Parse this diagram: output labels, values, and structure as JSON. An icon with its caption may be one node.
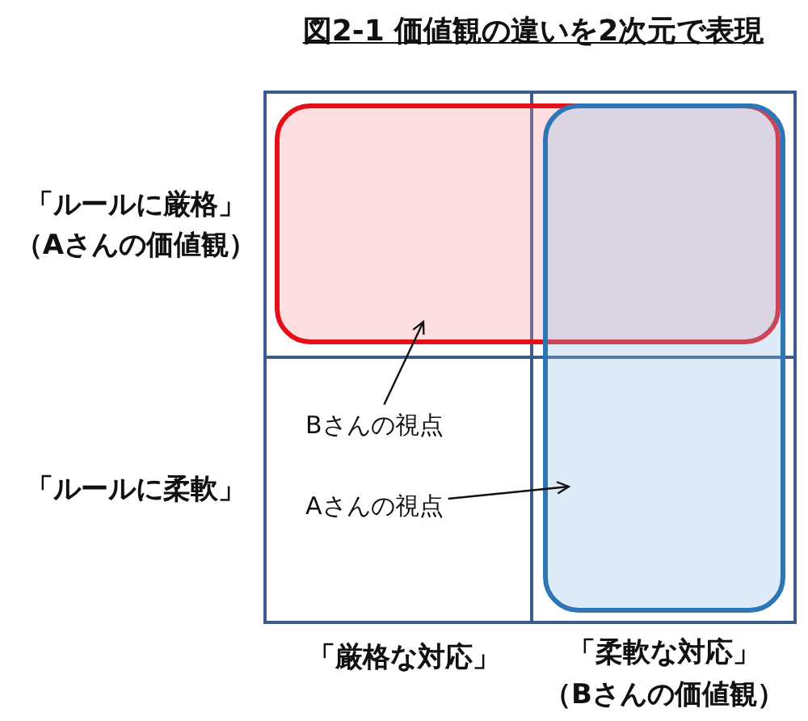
{
  "diagram": {
    "title": "図2-1 価値観の違いを2次元で表現",
    "nodes": [
      {
        "text": [],
        "shape": "box"
      },
      {
        "text": [],
        "shape": "box"
      },
      {
        "text": [
          "Bさんの視点"
        ]
      },
      {
        "text": [
          "Aさんの視点"
        ]
      }
    ],
    "edges": [
      {
        "from": 2,
        "to": 0,
        "arrow": "to"
      },
      {
        "from": 3,
        "to": 1,
        "arrow": "to"
      }
    ],
    "labels": [
      "「ルールに厳格」",
      "（Aさんの価値観）",
      "「ルールに柔軟」",
      "「厳格な対応」",
      "「柔軟な対応」",
      "（Bさんの価値観）"
    ]
  }
}
